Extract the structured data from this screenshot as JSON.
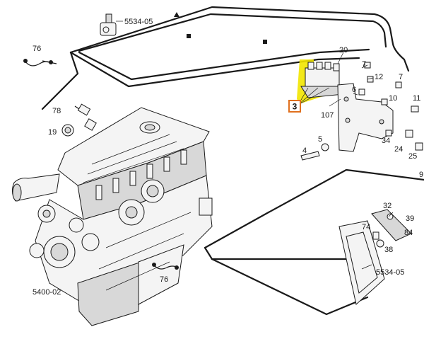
{
  "diagram": {
    "labels": {
      "p5534_top": "5534-05",
      "p76_top": "76",
      "p78": "78",
      "p19": "19",
      "p20": "20",
      "p7_a": "7",
      "p12": "12",
      "p6": "6",
      "p7_b": "7",
      "p10": "10",
      "p11": "11",
      "p107": "107",
      "p5": "5",
      "p4": "4",
      "p34": "34",
      "p24": "24",
      "p25": "25",
      "p9": "9",
      "p32": "32",
      "p39": "39",
      "p84": "84",
      "p74": "74",
      "p38": "38",
      "p5534_bot": "5534-05",
      "p76_bot": "76",
      "p5400": "5400-02"
    },
    "highlight": {
      "selected_callout": "3",
      "color": "#f2e600",
      "box_color": "#e0701e"
    }
  }
}
